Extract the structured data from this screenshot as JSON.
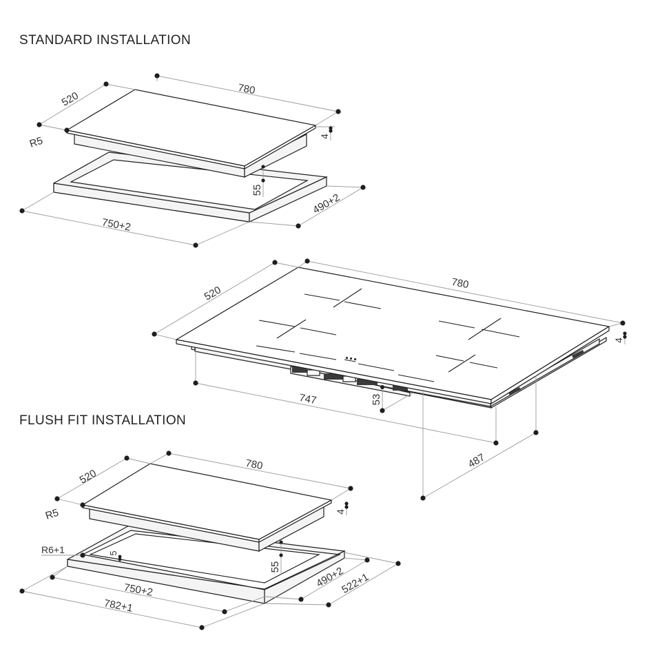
{
  "headings": {
    "standard": "STANDARD INSTALLATION",
    "flush": "FLUSH FIT INSTALLATION"
  },
  "standard": {
    "width": "780",
    "depth": "520",
    "radius": "R5",
    "thickness": "4",
    "height": "55",
    "cutout_width": "750+2",
    "cutout_depth": "490+2"
  },
  "hob": {
    "width": "780",
    "depth": "520",
    "thickness": "4",
    "body_width": "747",
    "body_depth": "487",
    "body_height": "53"
  },
  "flush": {
    "width": "780",
    "depth": "520",
    "radius": "R5",
    "thickness": "4",
    "frame_radius": "R6+1",
    "recess": "5",
    "height": "55",
    "cutout_width": "750+2",
    "outer_width": "782+1",
    "cutout_depth": "490+2",
    "outer_depth": "522+1"
  },
  "colors": {
    "line": "#1e1e1e",
    "dimension": "#9a9a9a",
    "text": "#333333"
  }
}
